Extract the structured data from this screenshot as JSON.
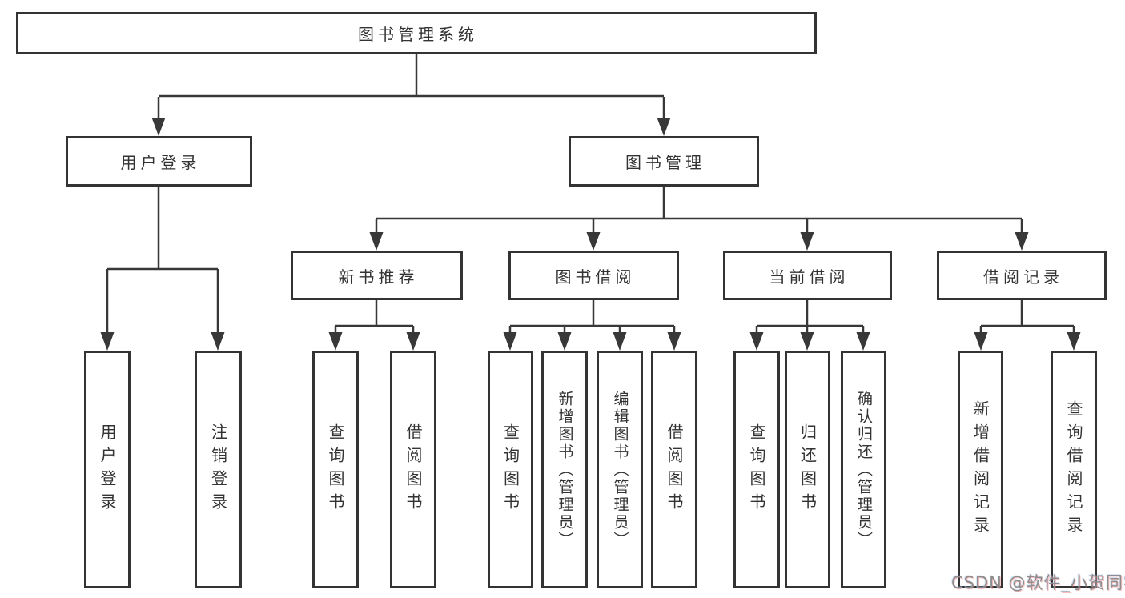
{
  "colors": {
    "line": "#383838",
    "box_border": "#333333",
    "box_background": "#ffffff",
    "text": "#333333",
    "watermark_text": "#8d8d8d",
    "page_background": "#ffffff"
  },
  "diagram": {
    "root": {
      "label": "图书管理系统"
    },
    "login": {
      "label": "用户登录",
      "children": [
        "用户登录",
        "注销登录"
      ]
    },
    "management": {
      "label": "图书管理",
      "sections": [
        {
          "label": "新书推荐",
          "children": [
            "查询图书",
            "借阅图书"
          ]
        },
        {
          "label": "图书借阅",
          "children": [
            "查询图书",
            "新增图书（管理员）",
            "编辑图书（管理员）",
            "借阅图书"
          ]
        },
        {
          "label": "当前借阅",
          "children": [
            "查询图书",
            "归还图书",
            "确认归还（管理员）"
          ]
        },
        {
          "label": "借阅记录",
          "children": [
            "新增借阅记录",
            "查询借阅记录"
          ]
        }
      ]
    }
  },
  "watermark": {
    "text": "CSDN @软件_小贺同学"
  }
}
